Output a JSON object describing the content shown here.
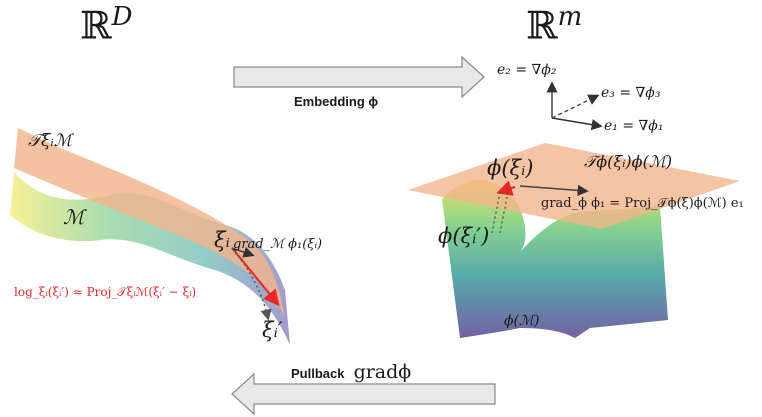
{
  "left_space": {
    "symbol": "ℝ",
    "exponent": "D"
  },
  "right_space": {
    "symbol": "ℝ",
    "exponent": "m"
  },
  "embedding_arrow": {
    "label": "Embedding ϕ"
  },
  "pullback_arrow": {
    "label": "Pullback",
    "math": "gradϕ"
  },
  "basis": {
    "e2": "e₂ = ∇ϕ₂",
    "e3": "e₃ = ∇ϕ₃",
    "e1": "e₁ = ∇ϕ₁"
  },
  "left_panel": {
    "tangent_label": "𝒯ξᵢℳ",
    "manifold_label": "ℳ",
    "xi_label": "ξᵢ",
    "grad_label": "grad_ℳ ϕ₁(ξᵢ)",
    "log_label": "log_ξᵢ(ξᵢ′) ≈ Proj_𝒯ξᵢℳ(ξᵢ′ − ξᵢ)",
    "xi_prime_label": "ξᵢ′"
  },
  "right_panel": {
    "tangent_label": "𝒯ϕ(ξᵢ)ϕ(ℳ)",
    "phi_xi_label": "ϕ(ξᵢ)",
    "grad_label": "grad_ϕ ϕ₁ = Proj_𝒯ϕ(ξ)ϕ(ℳ) e₁",
    "phi_xi_prime_label": "ϕ(ξᵢ′)",
    "embedded_manifold_label": "ϕ(ℳ)"
  },
  "colors": {
    "tangent_plane": "#f2b48c",
    "arrow_fill": "#e8e8e8",
    "red": "#e8262a"
  }
}
